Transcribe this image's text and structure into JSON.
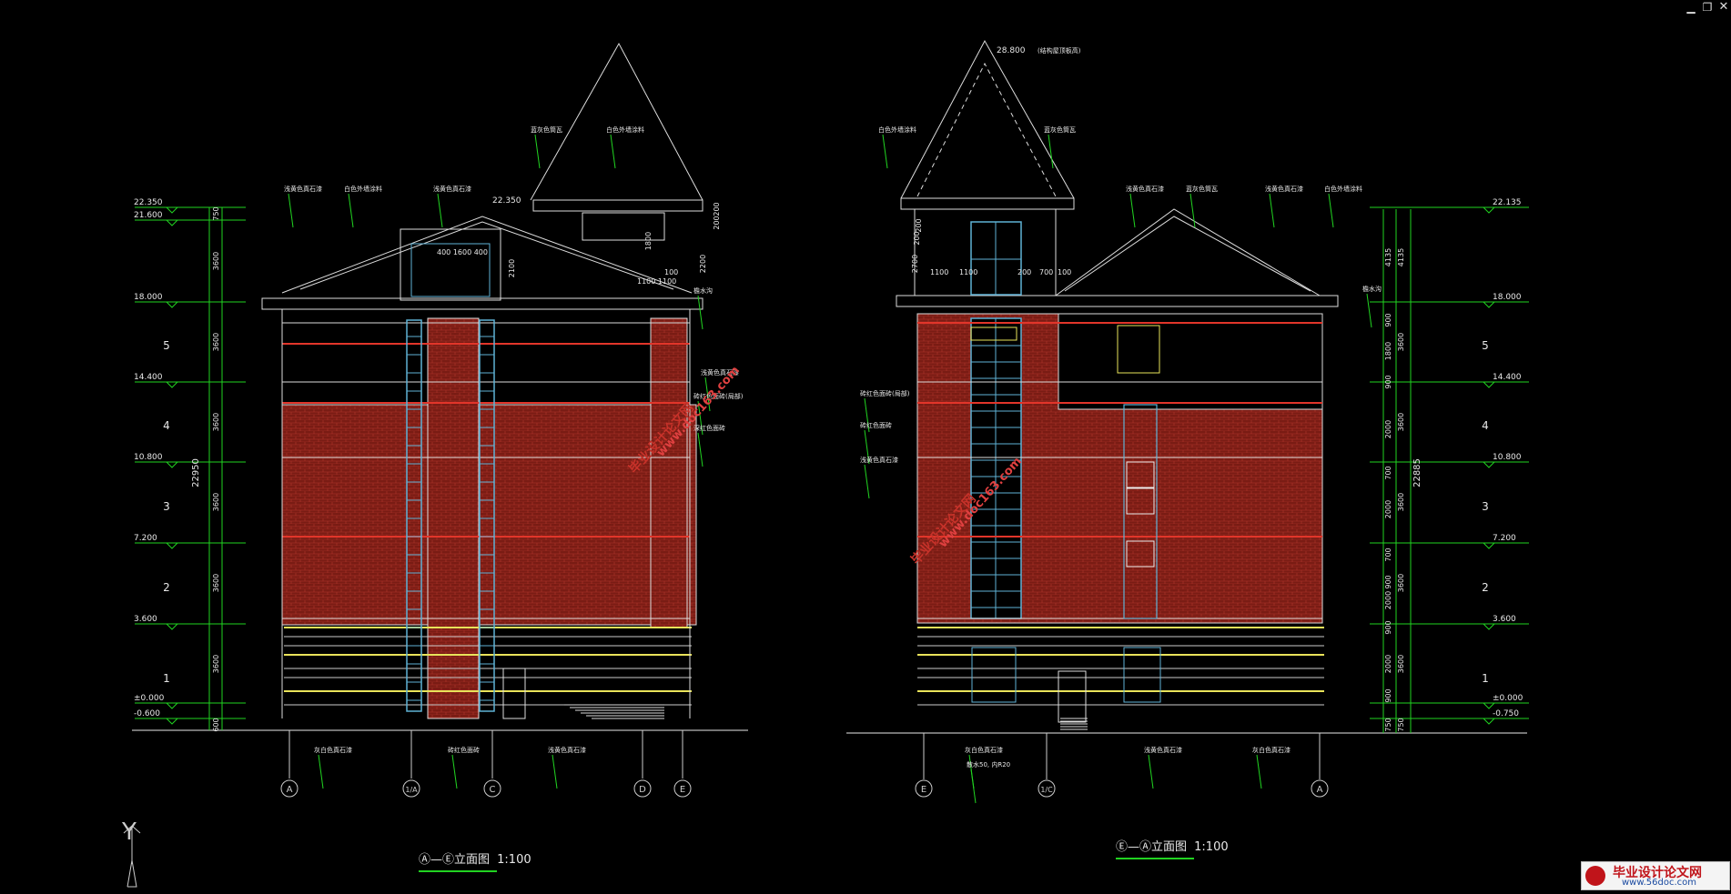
{
  "window": {
    "minimize": "▁",
    "restore": "❐"
  },
  "left_elevation": {
    "title": "Ⓐ—Ⓔ立面图",
    "scale": "1:100",
    "levels": [
      "22.350",
      "21.600",
      "18.000",
      "14.400",
      "10.800",
      "7.200",
      "3.600",
      "±0.000",
      "-0.600"
    ],
    "floor_numbers": [
      "5",
      "4",
      "3",
      "2",
      "1"
    ],
    "dims": [
      "750",
      "3600",
      "3600",
      "3600",
      "3600",
      "3600",
      "3600",
      "600"
    ],
    "total_dim": "22950",
    "top_dims": [
      "400",
      "1600",
      "400",
      "2100",
      "1800",
      "2200",
      "200",
      "200",
      "100",
      "1100",
      "1100"
    ],
    "roof_level": "22.350",
    "axes": [
      "A",
      "1/A",
      "C",
      "D",
      "E"
    ],
    "notes": [
      "浅黄色真石漆",
      "白色外墙涂料",
      "浅黄色真石漆",
      "蓝灰色筒瓦",
      "白色外墙涂料",
      "檐水沟",
      "浅黄色真石漆",
      "砖红色面砖(局部)",
      "深红色面砖",
      "灰白色真石漆",
      "砖红色面砖",
      "浅黄色真石漆"
    ]
  },
  "right_elevation": {
    "title": "Ⓔ—Ⓐ立面图",
    "scale": "1:100",
    "apex": "28.800",
    "apex_note": "(结构屋顶板高)",
    "levels": [
      "22.135",
      "18.000",
      "14.400",
      "10.800",
      "7.200",
      "3.600",
      "±0.000",
      "-0.750"
    ],
    "floor_numbers": [
      "5",
      "4",
      "3",
      "2",
      "1"
    ],
    "dims": [
      "4135",
      "900",
      "1800",
      "900",
      "2000",
      "700",
      "2000",
      "700",
      "900",
      "2000",
      "900",
      "2000",
      "900",
      "750"
    ],
    "dims_mid": [
      "4135",
      "3600",
      "3600",
      "3600",
      "3600",
      "3600",
      "750"
    ],
    "total_dim": "22885",
    "top_dims": [
      "2700",
      "200",
      "200",
      "1100",
      "1100",
      "200",
      "700",
      "100"
    ],
    "axes": [
      "E",
      "1/C",
      "A"
    ],
    "notes": [
      "白色外墙涂料",
      "蓝灰色筒瓦",
      "浅黄色真石漆",
      "蓝灰色筒瓦",
      "浅黄色真石漆",
      "白色外墙涂料",
      "檐水沟",
      "砖红色面砖(局部)",
      "砖红色面砖",
      "浅黄色真石漆",
      "灰白色真石漆",
      "散水50, 内R20",
      "浅黄色真石漆",
      "灰白色真石漆"
    ]
  },
  "watermark": {
    "site": "www.doc163.com",
    "name": "毕业设计论文网"
  },
  "badge": {
    "line1": "毕业设计论文网",
    "line2": "www.56doc.com"
  },
  "ucs": {
    "label": "Y"
  },
  "colors": {
    "brick": "#7a1c14",
    "brick_line": "#b2362a",
    "dim": "#21d321",
    "wire": "#e8e8e8",
    "yellow": "#e9e35a",
    "cyan": "#5fb2d6",
    "red": "#e2352a"
  }
}
